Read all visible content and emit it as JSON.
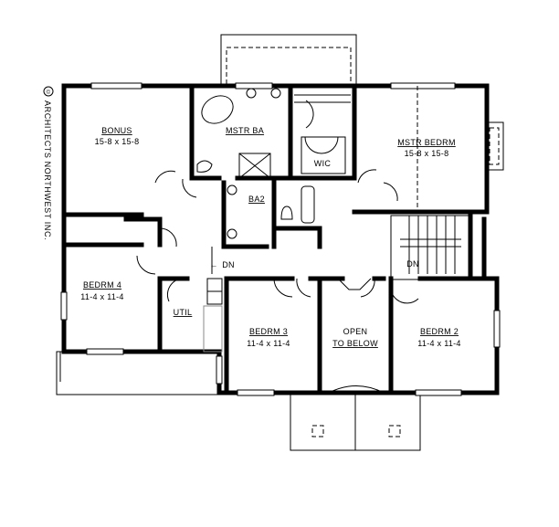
{
  "copyright": "ARCHITECTS NORTHWEST INC.",
  "copyright_symbol": "©",
  "rooms": {
    "bonus": {
      "name": "BONUS",
      "size": "15-8 x 15-8"
    },
    "mstr_ba": {
      "name": "MSTR BA"
    },
    "wic": {
      "name": "WIC"
    },
    "mstr_bedrm": {
      "name": "MSTR BEDRM",
      "size": "15-8 x 15-8"
    },
    "ba2": {
      "name": "BA2"
    },
    "bedrm4": {
      "name": "BEDRM 4",
      "size": "11-4 x 11-4"
    },
    "util": {
      "name": "UTIL"
    },
    "bedrm3": {
      "name": "BEDRM 3",
      "size": "11-4 x 11-4"
    },
    "open": {
      "name_line1": "OPEN",
      "name_line2": "TO BELOW"
    },
    "bedrm2": {
      "name": "BEDRM 2",
      "size": "11-4 x 11-4"
    }
  },
  "stairs": {
    "left_label": "DN",
    "right_label": "DN"
  }
}
